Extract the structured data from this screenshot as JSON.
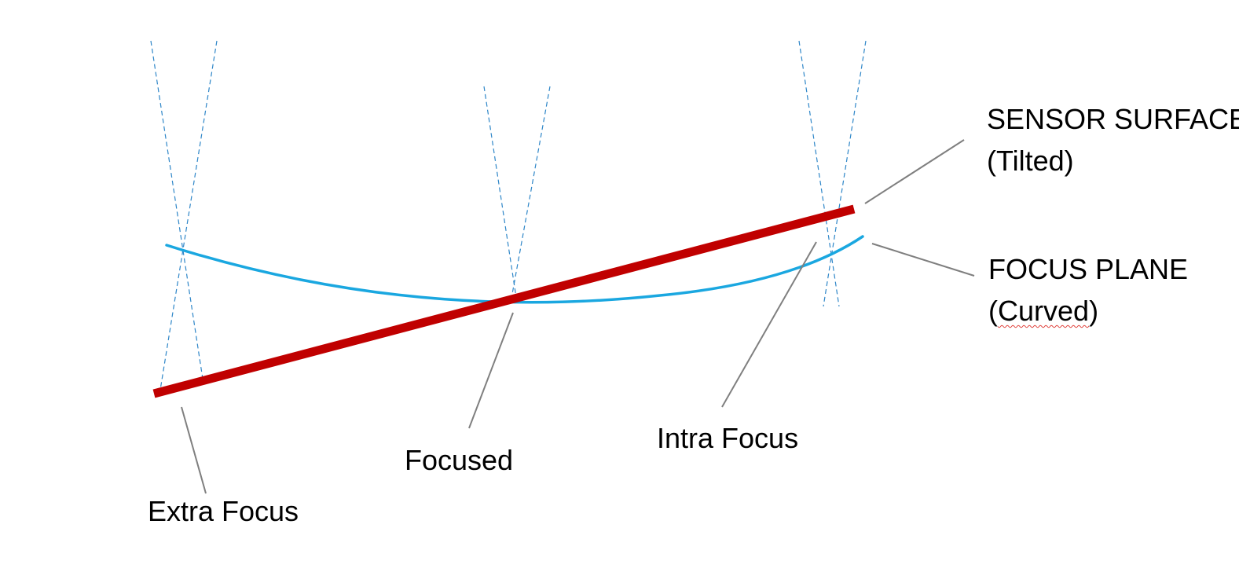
{
  "labels": {
    "sensor_surface": {
      "line1": "SENSOR SURFACE",
      "line2": "(Tilted)"
    },
    "focus_plane": {
      "line1": "FOCUS PLANE",
      "line2_open": "(",
      "line2_word": "Curved",
      "line2_close": ")"
    },
    "intra_focus": "Intra Focus",
    "focused": "Focused",
    "extra_focus": "Extra Focus"
  },
  "colors": {
    "sensor_surface": "#c00000",
    "focus_plane": "#1aa7e0",
    "light_cone": "#2e86c8",
    "leader_line": "#7f7f7f",
    "spelling_underline": "#e0403a"
  }
}
